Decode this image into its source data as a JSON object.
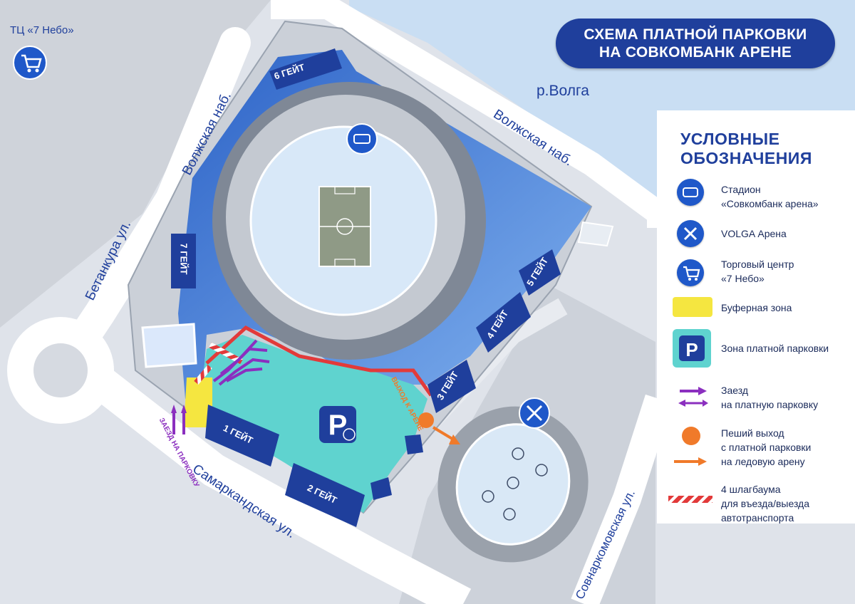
{
  "title": {
    "line1": "СХЕМА ПЛАТНОЙ ПАРКОВКИ",
    "line2": "НА СОВКОМБАНК АРЕНЕ"
  },
  "labels": {
    "mall": "ТЦ «7 Небо»",
    "river": "р.Волга",
    "street_volzhskaya_left": "Волжская наб.",
    "street_volzhskaya_right": "Волжская наб.",
    "street_betankura": "Бетанкура ул.",
    "street_samarkandskaya": "Самаркандская ул.",
    "street_sovnarkomovskaya": "Совнаркомовская ул.",
    "exit_arena": "ВЫХОД К АРЕНЕ",
    "entry_parking": "ЗАЕЗД НА ПАРКОВКУ"
  },
  "gates": {
    "g1": "1 ГЕЙТ",
    "g2": "2 ГЕЙТ",
    "g3": "3 ГЕЙТ",
    "g4": "4 ГЕЙТ",
    "g5": "5 ГЕЙТ",
    "g6": "6 ГЕЙТ",
    "g7": "7 ГЕЙТ"
  },
  "legend": {
    "title_line1": "УСЛОВНЫЕ",
    "title_line2": "ОБОЗНАЧЕНИЯ",
    "items": [
      {
        "icon": "stadium-icon",
        "line1": "Стадион",
        "line2": "«Совкомбанк арена»"
      },
      {
        "icon": "hockey-icon",
        "line1": "VOLGA Арена",
        "line2": ""
      },
      {
        "icon": "shopping-cart-icon",
        "line1": "Торговый центр",
        "line2": "«7 Небо»"
      },
      {
        "icon": "buffer-zone-swatch",
        "line1": "Буферная зона",
        "line2": ""
      },
      {
        "icon": "parking-icon",
        "line1": "Зона платной парковки",
        "line2": ""
      },
      {
        "icon": "entry-arrows-icon",
        "line1": "Заезд",
        "line2": "на платную парковку"
      },
      {
        "icon": "pedestrian-exit-icon",
        "line1": "Пеший выход",
        "line2": "с платной парковки",
        "line3": "на ледовую арену"
      },
      {
        "icon": "barrier-icon",
        "line1": "4 шлагбаума",
        "line2": "для въезда/выезда",
        "line3": "автотранспорта"
      }
    ]
  },
  "colors": {
    "blue_dark": "#1f3f9c",
    "blue_zone": "#4a86d9",
    "parking": "#5fd3cf",
    "buffer": "#f5e640",
    "entry_arrow": "#8b2fbf",
    "exit": "#f07a2a",
    "barrier": "#e23a3a",
    "river": "#c9def3"
  }
}
